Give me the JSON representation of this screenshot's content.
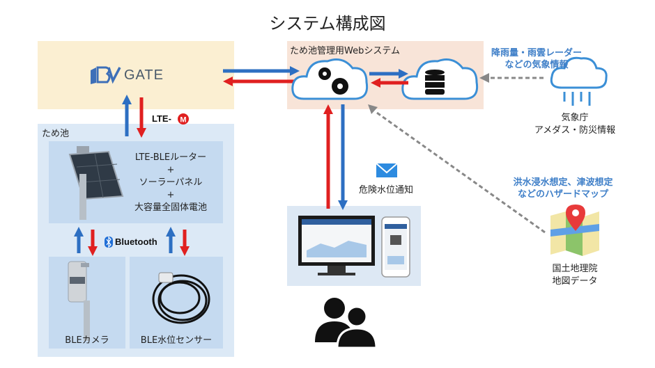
{
  "title": "システム構成図",
  "gate": {
    "logo_text": "GATE"
  },
  "lte_m": {
    "label": "LTE-"
  },
  "web_system": {
    "label": "ため池管理用Webシステム"
  },
  "pond": {
    "label": "ため池"
  },
  "router": {
    "lines": [
      "LTE-BLEルーター",
      "+",
      "ソーラーパネル",
      "+",
      "大容量全固体電池"
    ]
  },
  "bluetooth": {
    "label": "Bluetooth"
  },
  "camera": {
    "label": "BLEカメラ"
  },
  "sensor": {
    "label": "BLE水位センサー"
  },
  "alert": {
    "label": "危険水位通知"
  },
  "weather_info": {
    "lines": [
      "降雨量・雨雲レーダー",
      "などの気象情報"
    ]
  },
  "jma": {
    "lines": [
      "気象庁",
      "アメダス・防災情報"
    ]
  },
  "hazard_info": {
    "lines": [
      "洪水浸水想定、津波想定",
      "などのハザードマップ"
    ]
  },
  "gsi": {
    "lines": [
      "国土地理院",
      "地図データ"
    ]
  },
  "colors": {
    "up_arrow": "#2d6fc2",
    "down_arrow": "#e02020",
    "dashed": "#888888",
    "blue_text": "#3f7fc8"
  }
}
